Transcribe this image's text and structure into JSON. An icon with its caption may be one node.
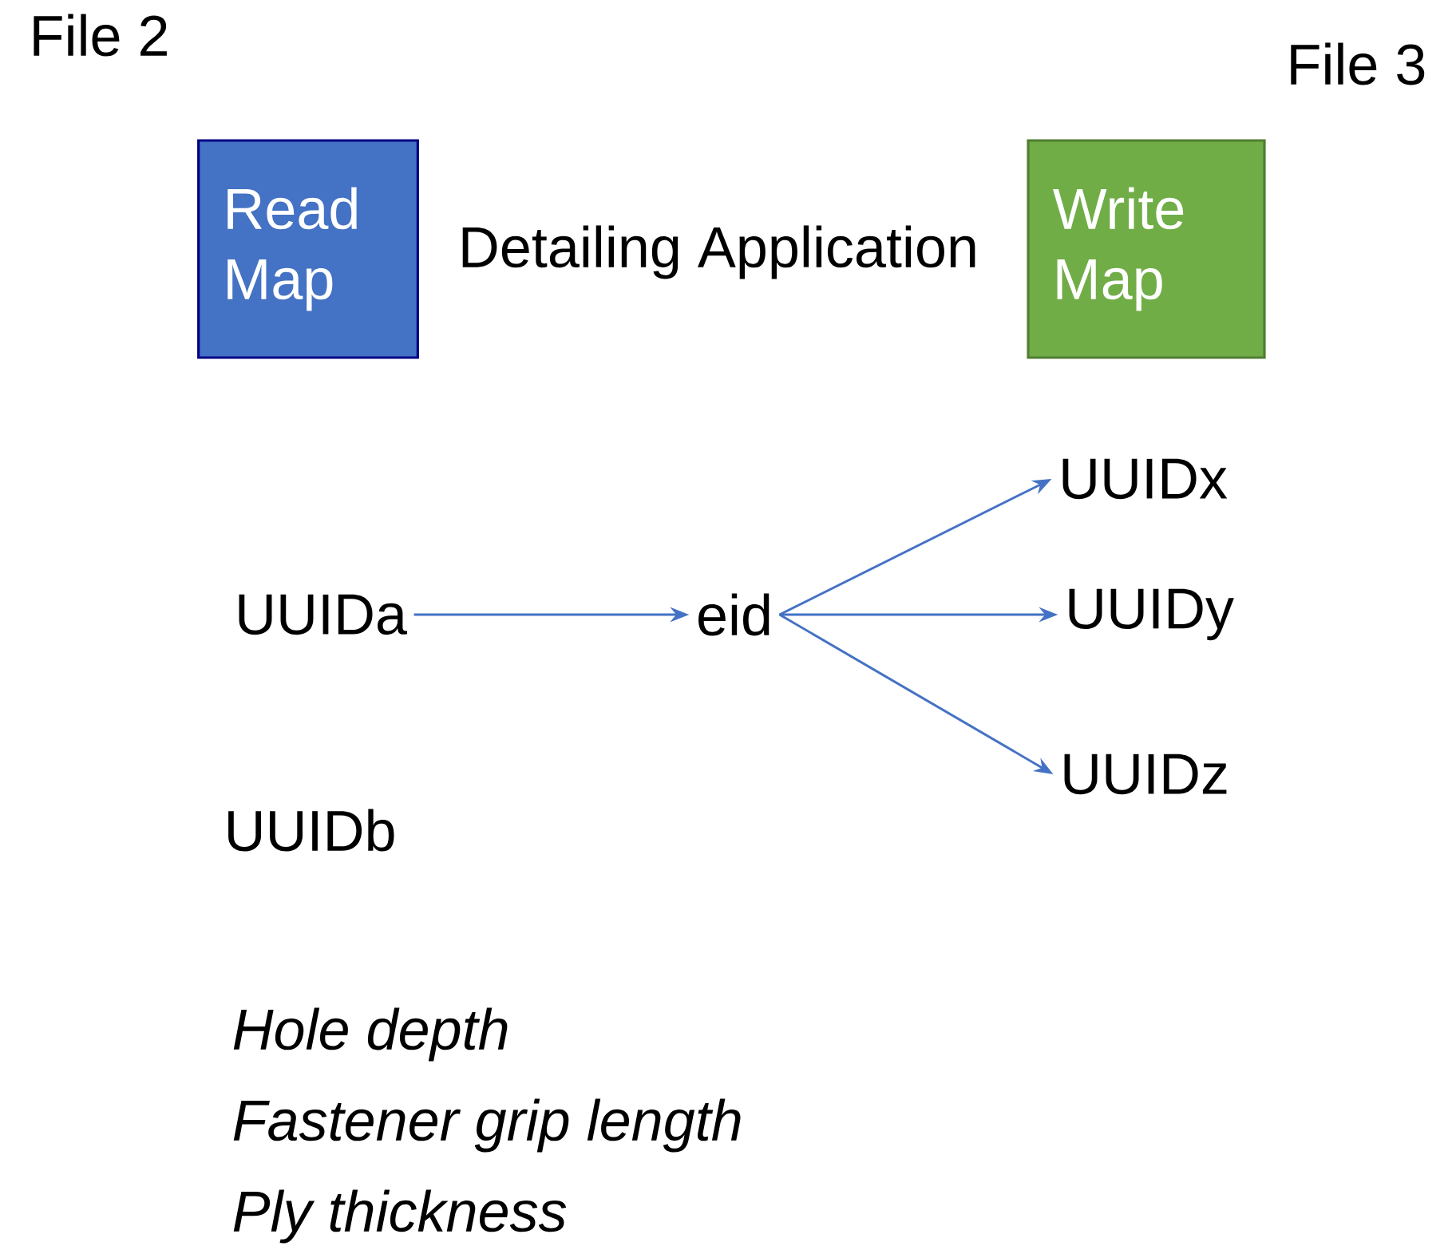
{
  "diagram": {
    "nodes": [
      {
        "text": [
          "Read Map"
        ]
      },
      {
        "text": [
          "Write Map"
        ]
      },
      {
        "text": [
          "UUIDa"
        ]
      },
      {
        "text": [
          "eid"
        ]
      },
      {
        "text": [
          "UUIDx"
        ]
      },
      {
        "text": [
          "UUIDy"
        ]
      },
      {
        "text": [
          "UUIDz"
        ]
      }
    ],
    "edges": [
      {
        "from": 2,
        "to": 3,
        "arrow": "to"
      },
      {
        "from": 3,
        "to": 4,
        "arrow": "to"
      },
      {
        "from": 3,
        "to": 5,
        "arrow": "to"
      },
      {
        "from": 3,
        "to": 6,
        "arrow": "to"
      }
    ],
    "labels": [
      "File 2",
      "File 3",
      "Detailing Application",
      "UUIDb",
      "Hole depth",
      "Fastener grip length",
      "Ply thickness"
    ]
  }
}
